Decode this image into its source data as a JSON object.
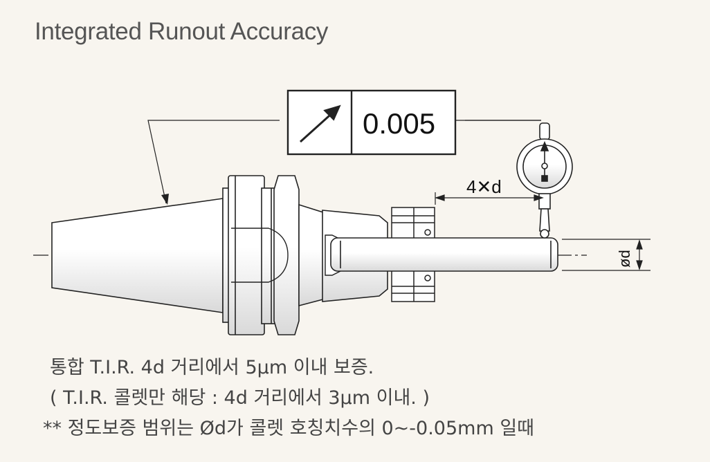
{
  "title": "Integrated Runout Accuracy",
  "diagram": {
    "tolerance_value": "0.005",
    "distance_label": "4✕d",
    "diameter_label": "ød",
    "tolerance_symbol": "runout-arrow-icon"
  },
  "notes": [
    "통합 T.I.R. 4d 거리에서 5μm 이내 보증.",
    "( T.I.R. 콜렛만 해당 : 4d 거리에서 3μm 이내. )",
    "** 정도보증 범위는 Ød가 콜렛 호칭치수의 0~-0.05mm 일때"
  ],
  "colors": {
    "background": "#f8f5ef",
    "line": "#222222",
    "text": "#444444",
    "title": "#555555"
  }
}
